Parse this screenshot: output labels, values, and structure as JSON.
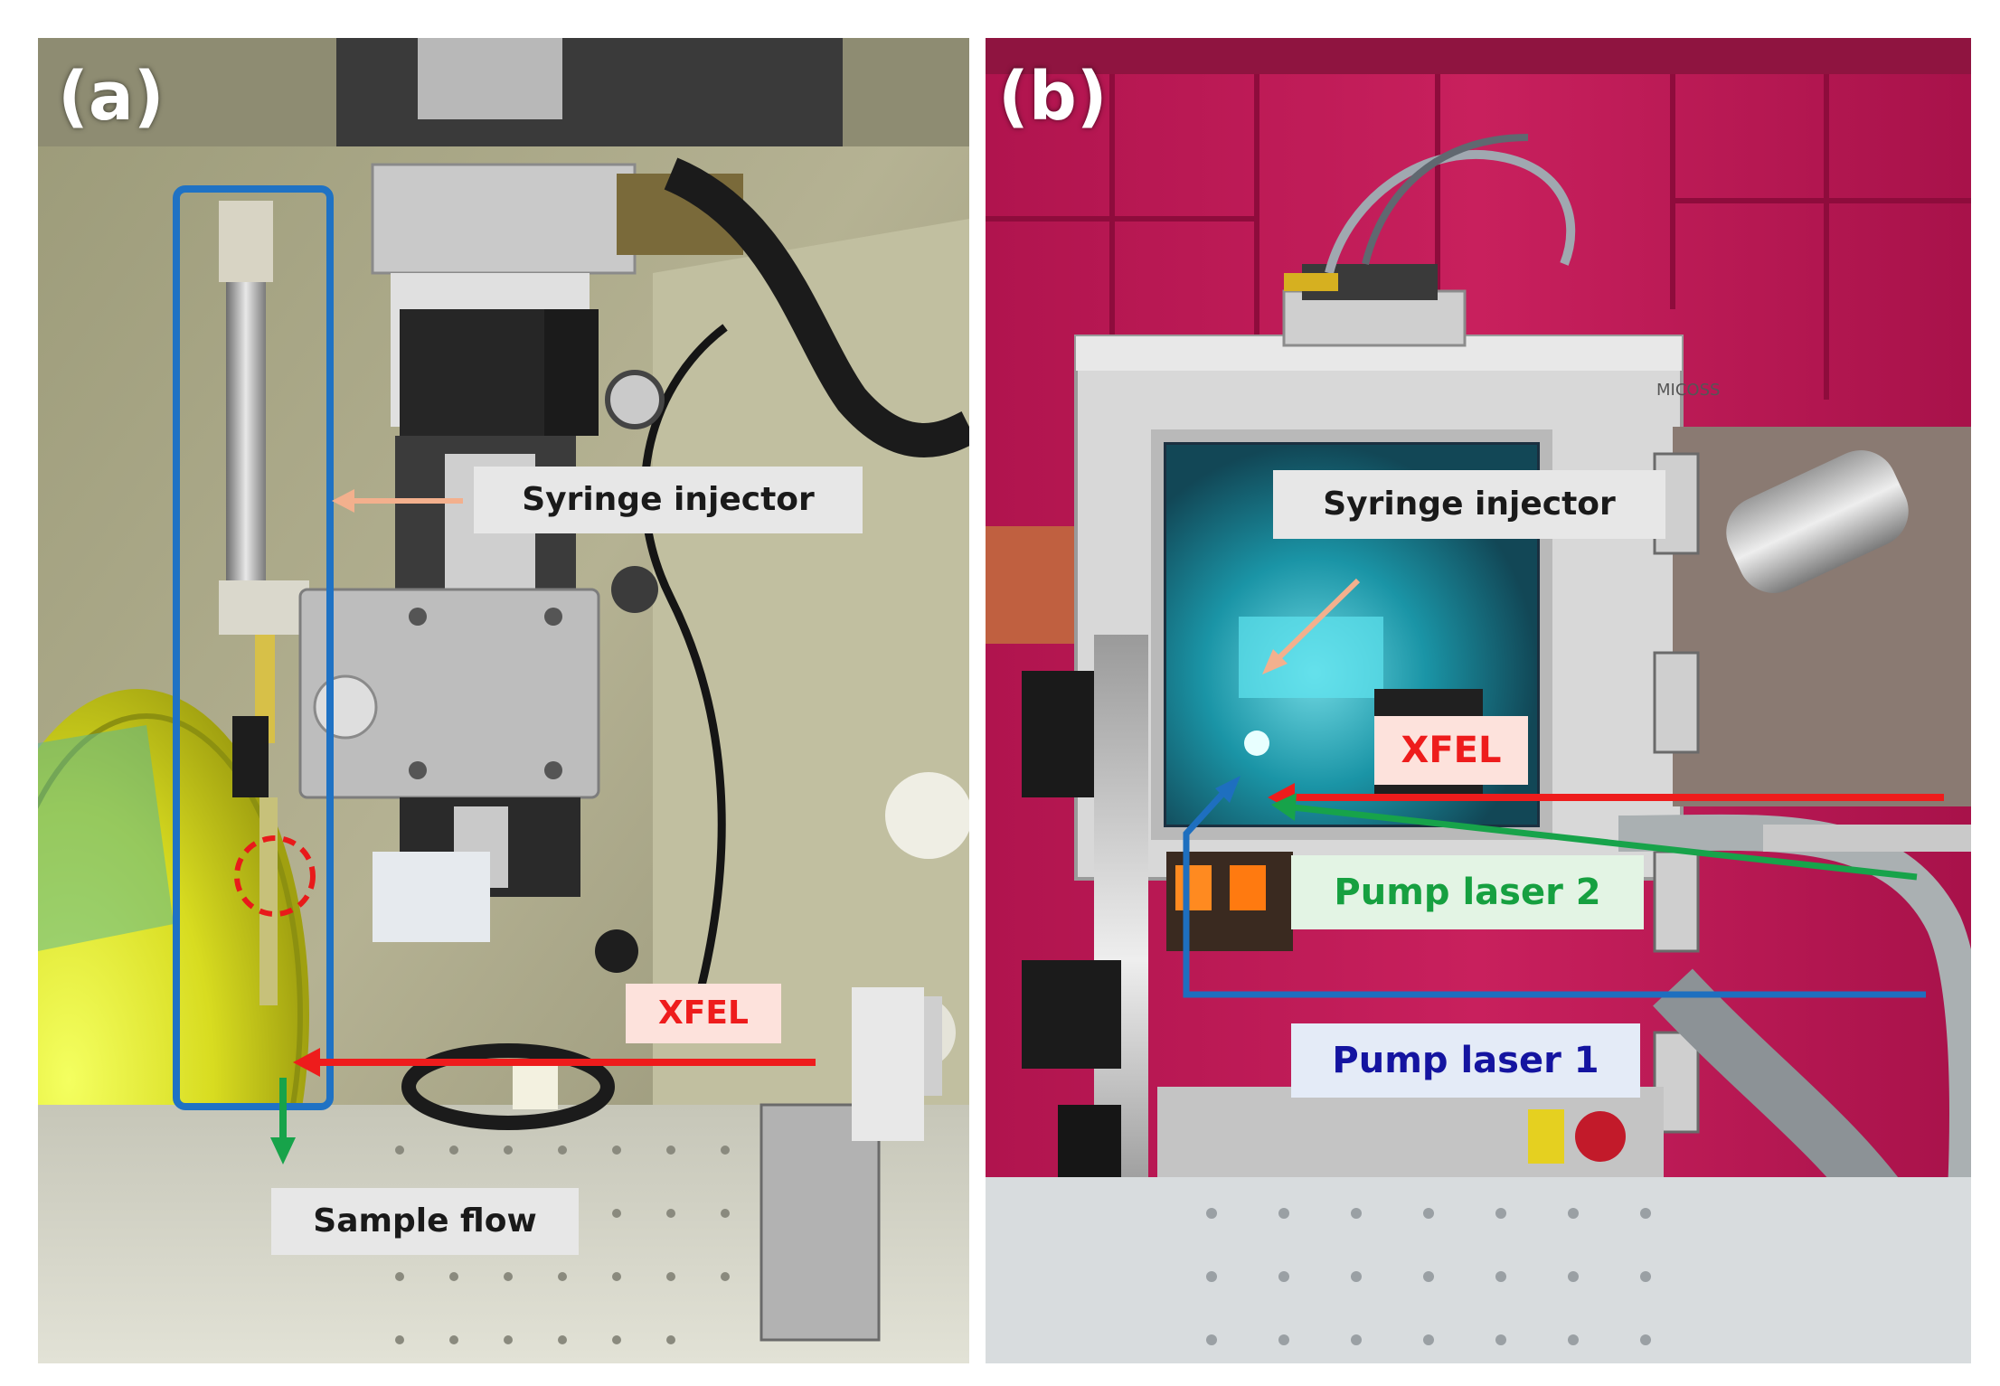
{
  "panel_a": {
    "label": "(a)",
    "syringe_label": "Syringe injector",
    "xfel_label": "XFEL",
    "sample_flow_label": "Sample flow"
  },
  "panel_b": {
    "label": "(b)",
    "syringe_label": "Syringe injector",
    "xfel_label": "XFEL",
    "pump2_label": "Pump laser 2",
    "pump1_label": "Pump laser 1",
    "device_brand": "MICOSS"
  },
  "colors": {
    "xfel_beam": "#ee1c1c",
    "pump1_beam": "#1e6fbf",
    "pump2_beam": "#17a34a",
    "injector_outline": "#1f72c4",
    "syringe_arrow": "#f3b08d",
    "pump1_text": "#1414a0",
    "pump2_text": "#16a040"
  }
}
